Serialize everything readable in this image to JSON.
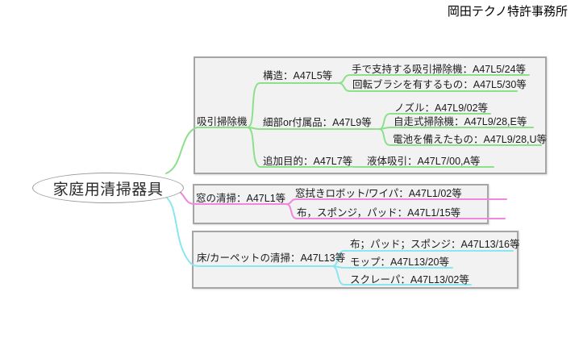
{
  "page": {
    "header": "岡田テクノ特許事務所"
  },
  "root": {
    "label": "家庭用清掃器具"
  },
  "colors": {
    "suction": "#8ce08c",
    "window": "#ef87dd",
    "floor": "#8ae6f0",
    "box_bg": "#f2f2f2",
    "box_border": "#a5a5a5"
  },
  "branches": {
    "suction": {
      "label": "吸引掃除機",
      "children": [
        {
          "label": "構造：A47L5等",
          "children": [
            {
              "label": "手で支持する吸引掃除機：A47L5/24等"
            },
            {
              "label": "回転ブラシを有するもの：A47L5/30等"
            }
          ]
        },
        {
          "label": "細部or付属品：A47L9等",
          "children": [
            {
              "label": "ノズル：A47L9/02等"
            },
            {
              "label": "自走式掃除機：A47L9/28,E等"
            },
            {
              "label": "電池を備えたもの：A47L9/28,U等"
            }
          ]
        },
        {
          "label": "追加目的：A47L7等",
          "children": [
            {
              "label": "液体吸引：A47L7/00,A等"
            }
          ]
        }
      ]
    },
    "window": {
      "label": "窓の清掃：A47L1等",
      "children": [
        {
          "label": "窓拭きロボット/ワイパ：A47L1/02等"
        },
        {
          "label": "布，スポンジ，パッド：A47L1/15等"
        }
      ]
    },
    "floor": {
      "label": "床/カーペットの清掃：A47L13等",
      "children": [
        {
          "label": "布；パッド；スポンジ：A47L13/16等"
        },
        {
          "label": "モップ：A47L13/20等"
        },
        {
          "label": "スクレーパ：A47L13/02等"
        }
      ]
    }
  }
}
